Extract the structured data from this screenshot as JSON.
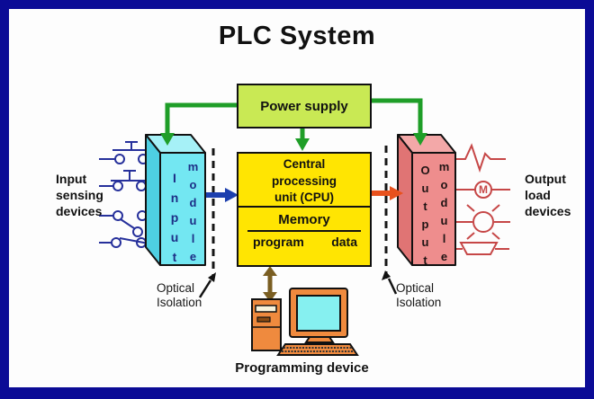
{
  "title": "PLC System",
  "power_supply": {
    "label": "Power supply"
  },
  "cpu": {
    "line1": "Central",
    "line2": "processing",
    "line3": "unit (CPU)",
    "memory_label": "Memory",
    "program_label": "program",
    "data_label": "data"
  },
  "input_module": {
    "word1": "Input",
    "word2": "module"
  },
  "output_module": {
    "word1": "Output",
    "word2": "module"
  },
  "side_labels": {
    "input_devices": {
      "line1": "Input",
      "line2": "sensing",
      "line3": "devices"
    },
    "output_devices": {
      "line1": "Output",
      "line2": "load",
      "line3": "devices"
    },
    "optical_isolation_left": {
      "line1": "Optical",
      "line2": "Isolation"
    },
    "optical_isolation_right": {
      "line1": "Optical",
      "line2": "Isolation"
    },
    "programming_device": "Programming device"
  },
  "loads": {
    "motor_label": "M"
  },
  "icons": {
    "input_switches": [
      "pushbutton-no-icon",
      "pushbutton-nc-icon",
      "limit-switch-icon",
      "knife-switch-icon"
    ],
    "output_loads": [
      "heater-resistor-icon",
      "motor-icon",
      "lamp-icon",
      "speaker-icon"
    ],
    "programming": [
      "tower-pc-icon",
      "monitor-icon",
      "keyboard-icon"
    ]
  },
  "colors": {
    "border_navy": "#0b0b96",
    "background": "#fdfdfd",
    "power_supply_fill": "#c9e954",
    "cpu_fill": "#ffe502",
    "input_module_fill": "#73e7f2",
    "output_module_fill": "#ee8d8d",
    "power_line_green": "#1f9e28",
    "input_arrow_blue": "#1c3fae",
    "output_arrow_orange": "#e8511d",
    "programming_arrow_brown": "#7a5e22",
    "switch_symbol_blue": "#26309b",
    "load_symbol_red": "#c64747",
    "device_orange": "#ef8a3e",
    "screen_cyan": "#86f0f0"
  }
}
